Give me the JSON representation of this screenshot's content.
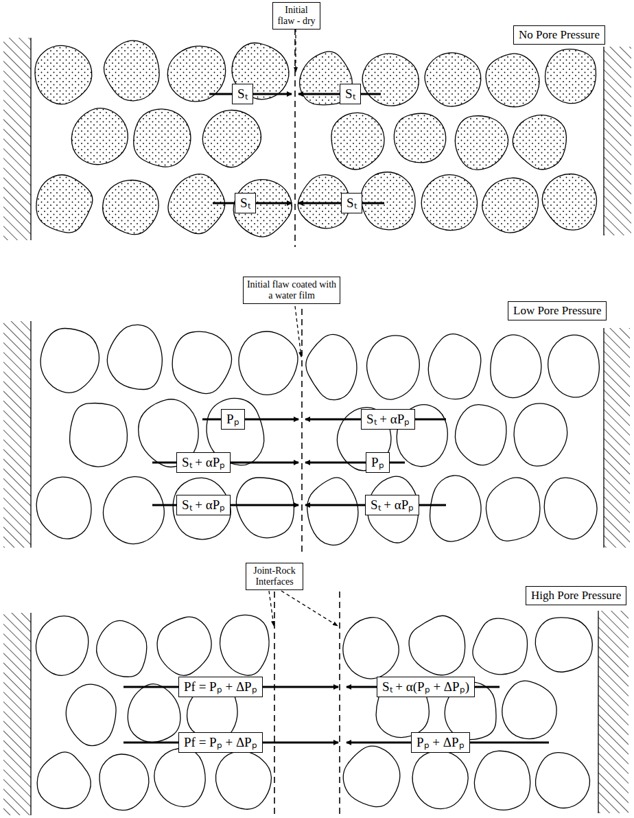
{
  "diagram": {
    "nodes": [
      {
        "text": [
          "Initial flaw - dry"
        ]
      },
      {
        "text": [
          "No Pore Pressure"
        ]
      },
      {
        "text": [
          "Sₜ"
        ]
      },
      {
        "text": [
          "Sₜ"
        ]
      },
      {
        "text": [
          "Sₜ"
        ]
      },
      {
        "text": [
          "Sₜ"
        ]
      },
      {
        "text": [
          "Initial flaw coated with a water film"
        ]
      },
      {
        "text": [
          "Low Pore Pressure"
        ]
      },
      {
        "text": [
          "Pₚ"
        ]
      },
      {
        "text": [
          "Sₜ + αPₚ"
        ]
      },
      {
        "text": [
          "Sₜ + αPₚ"
        ]
      },
      {
        "text": [
          "Pₚ"
        ]
      },
      {
        "text": [
          "Sₜ + αPₚ"
        ]
      },
      {
        "text": [
          "Sₜ + αPₚ"
        ]
      },
      {
        "text": [
          "Joint-Rock Interfaces"
        ]
      },
      {
        "text": [
          "High Pore Pressure"
        ]
      },
      {
        "text": [
          "Pf = Pₚ + ΔPₚ"
        ]
      },
      {
        "text": [
          "Sₜ + α(Pₚ + ΔPₚ)"
        ]
      },
      {
        "text": [
          "Pf = Pₚ + ΔPₚ"
        ]
      },
      {
        "text": [
          "Pₚ + ΔPₚ"
        ]
      }
    ]
  }
}
